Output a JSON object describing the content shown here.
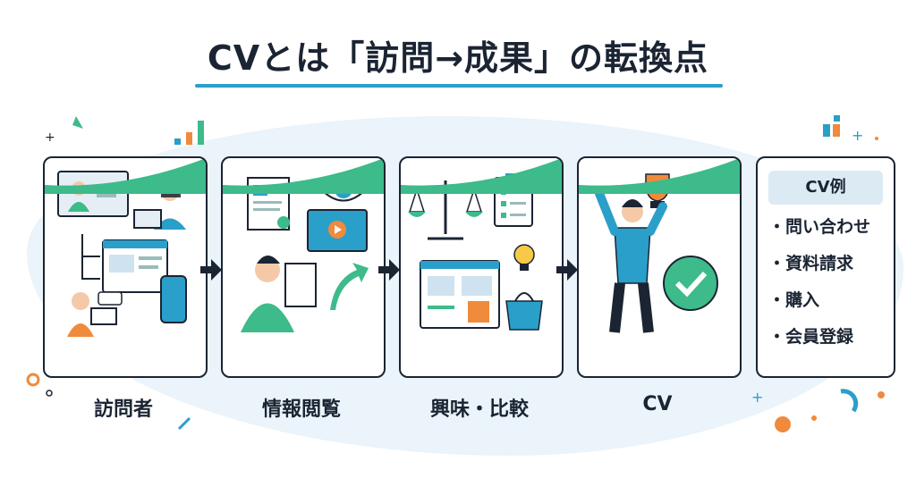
{
  "title": "CVとは「訪問→成果」の転換点",
  "steps": [
    {
      "label": "訪問者",
      "icon": "visitors-icon"
    },
    {
      "label": "情報閲覧",
      "icon": "reading-icon"
    },
    {
      "label": "興味・比較",
      "icon": "compare-icon"
    },
    {
      "label": "CV",
      "icon": "trophy-winner-icon"
    }
  ],
  "cv_examples": {
    "heading": "CV例",
    "items": [
      "問い合わせ",
      "資料請求",
      "購入",
      "会員登録"
    ]
  },
  "colors": {
    "accent": "#2a9fc9",
    "green": "#3dbb8a",
    "navy": "#1b2433",
    "orange": "#f08a3c"
  }
}
